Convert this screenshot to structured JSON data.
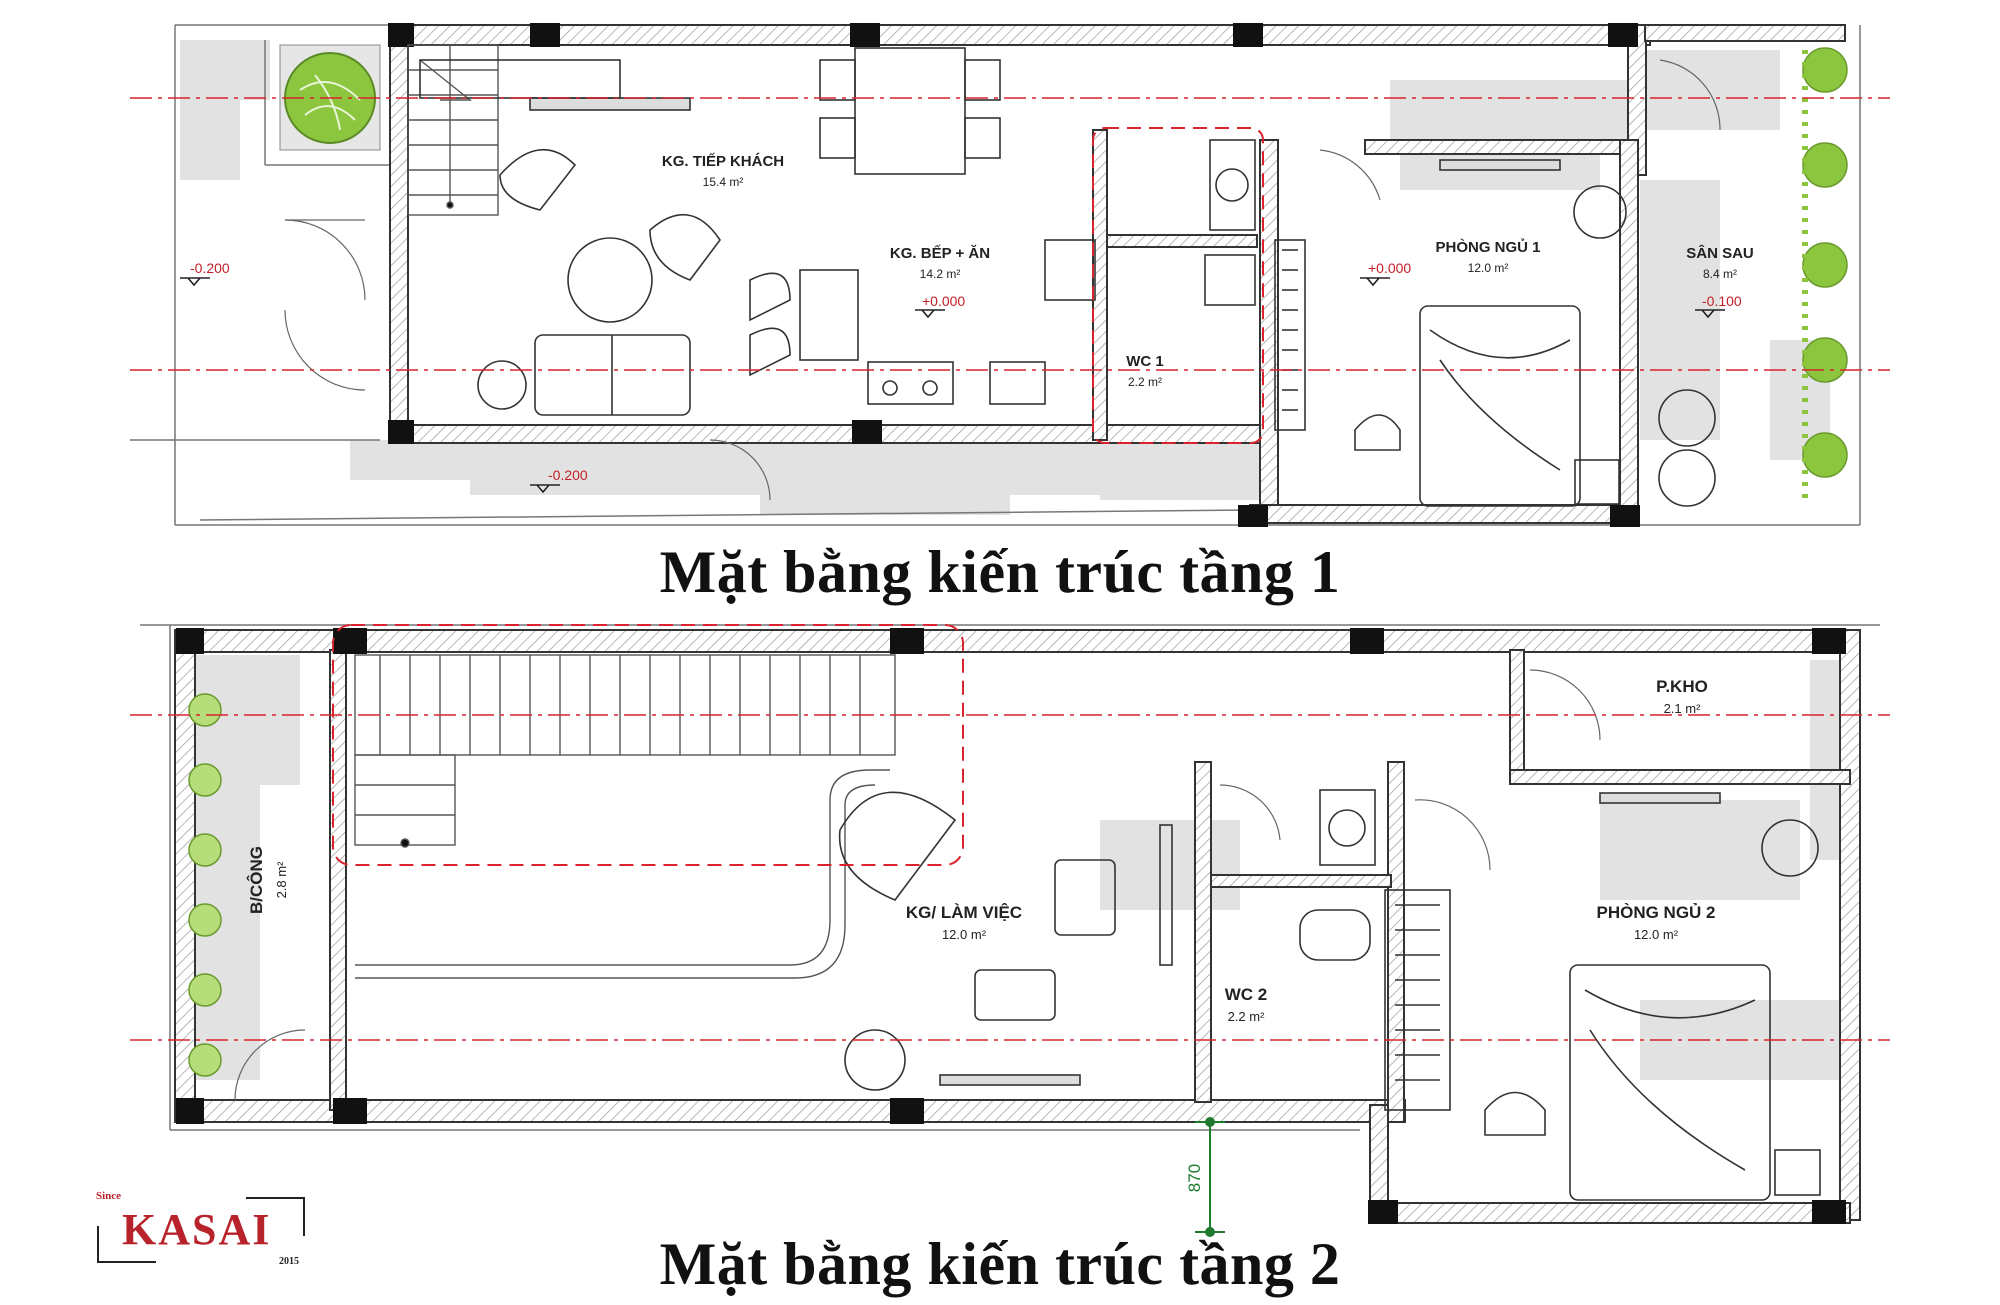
{
  "floor1": {
    "title": "Mặt bằng kiến trúc tầng 1",
    "rooms": [
      {
        "name": "KG. TIẾP KHÁCH",
        "area": "15.4 m²"
      },
      {
        "name": "KG. BẾP + ĂN",
        "area": "14.2 m²"
      },
      {
        "name": "WC 1",
        "area": "2.2 m²"
      },
      {
        "name": "PHÒNG NGỦ 1",
        "area": "12.0 m²"
      },
      {
        "name": "SÂN SAU",
        "area": "8.4 m²"
      }
    ],
    "levels": [
      "-0.200",
      "+0.000",
      "+0.000",
      "-0.100",
      "-0.200"
    ]
  },
  "floor2": {
    "title": "Mặt bằng kiến trúc tầng 2",
    "rooms": [
      {
        "name": "P.KHO",
        "area": "2.1 m²"
      },
      {
        "name": "KG/ LÀM VIỆC",
        "area": "12.0 m²"
      },
      {
        "name": "PHÒNG NGỦ 2",
        "area": "12.0 m²"
      },
      {
        "name": "WC 2",
        "area": "2.2 m²"
      },
      {
        "name": "B/CÔNG",
        "area": "2.8 m²"
      }
    ],
    "dimension": "870"
  },
  "logo": {
    "since": "Since",
    "name": "KASAI",
    "year": "2015"
  },
  "colors": {
    "wall": "#1a1a1a",
    "hatch": "#9a9a9a",
    "shade": "#dcdcdc",
    "axis": "#d9232d",
    "dim": "#1f7a2e",
    "plant": "#8cc63f"
  }
}
